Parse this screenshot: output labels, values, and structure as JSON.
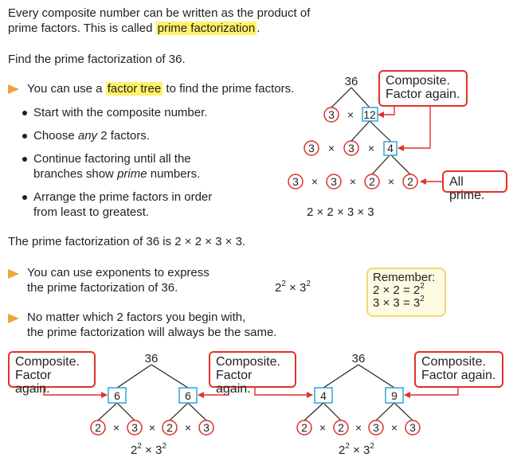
{
  "intro": {
    "line1": "Every composite number can be written as the product of",
    "line2_a": "prime factors. This is called ",
    "line2_hl": "prime factorization",
    "line2_b": "."
  },
  "task": "Find the prime factorization of 36.",
  "bullet1": {
    "a": "You can use a ",
    "hl": "factor tree",
    "b": " to find the prime factors."
  },
  "steps": {
    "s1": "Start with the composite number.",
    "s2_a": "Choose ",
    "s2_em": "any",
    "s2_b": " 2 factors.",
    "s3_l1": "Continue factoring until all the",
    "s3_l2_a": "branches show ",
    "s3_l2_em": "prime",
    "s3_l2_b": " numbers.",
    "s4_l1": "Arrange the prime factors in order",
    "s4_l2": "from least to greatest."
  },
  "result_line": "The prime factorization of 36 is 2 × 2 × 3 × 3.",
  "bullet2": {
    "l1": "You can use exponents to express",
    "l2": "the prime factorization of 36."
  },
  "exponent_form": {
    "base1": "2",
    "exp1": "2",
    "times": " × ",
    "base2": "3",
    "exp2": "2"
  },
  "remember": {
    "title": "Remember:",
    "l1_a": "2 × 2 = 2",
    "l1_exp": "2",
    "l2_a": "3 × 3 = 3",
    "l2_exp": "2"
  },
  "bullet3": {
    "l1": "No matter which 2 factors you begin with,",
    "l2": "the prime factorization will always be the same."
  },
  "callouts": {
    "composite_l1": "Composite.",
    "composite_l2": "Factor again.",
    "all_prime": "All prime."
  },
  "tree_main": {
    "root": "36",
    "row1": [
      "3",
      "12"
    ],
    "row2": [
      "3",
      "3",
      "4"
    ],
    "row3": [
      "3",
      "3",
      "2",
      "2"
    ],
    "times": "×",
    "result": "2 × 2 × 3 × 3"
  },
  "tree_left": {
    "root": "36",
    "row1": [
      "6",
      "6"
    ],
    "row2": [
      "2",
      "3",
      "2",
      "3"
    ],
    "result": {
      "base1": "2",
      "exp1": "2",
      "times": " × ",
      "base2": "3",
      "exp2": "2"
    }
  },
  "tree_right": {
    "root": "36",
    "row1": [
      "4",
      "9"
    ],
    "row2": [
      "2",
      "2",
      "3",
      "3"
    ],
    "result": {
      "base1": "2",
      "exp1": "2",
      "times": " × ",
      "base2": "3",
      "exp2": "2"
    }
  },
  "colors": {
    "highlight": "#fff36a",
    "arrow_bullet": "#f2a23a",
    "red": "#e0312b",
    "box": "#2ba6d6"
  }
}
